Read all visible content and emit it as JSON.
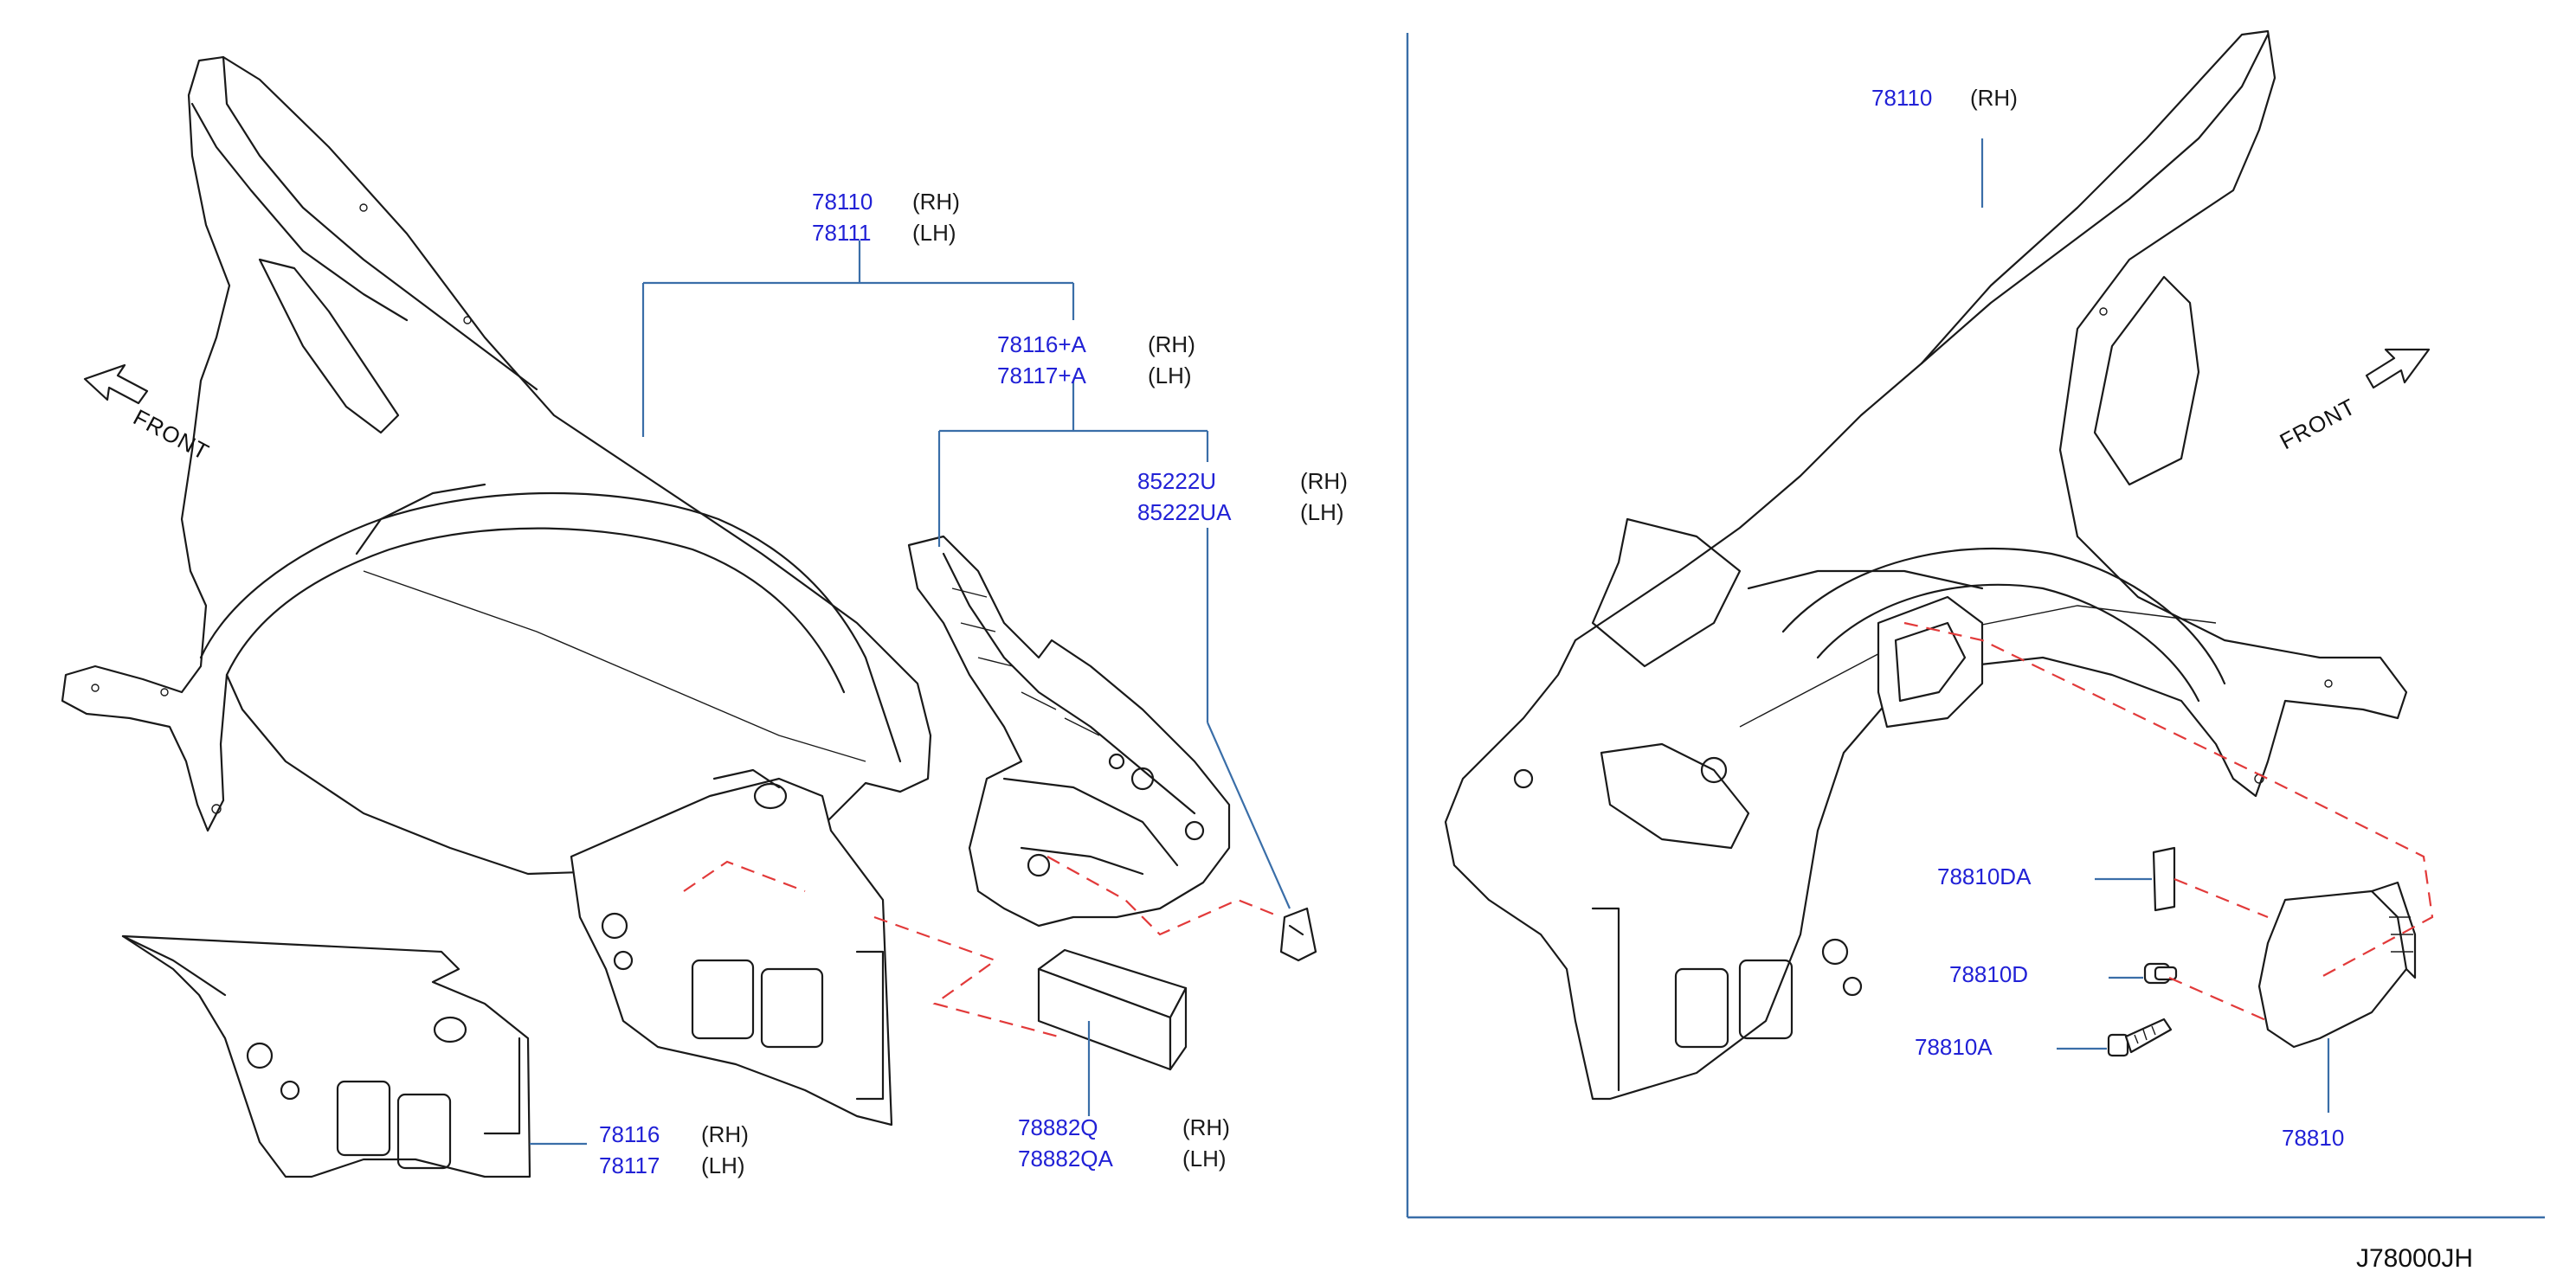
{
  "diagram_code": "J78000JH",
  "direction_label": "FRONT",
  "left_view": {
    "callouts": {
      "rear_fender": [
        {
          "part": "78110",
          "side": "(RH)"
        },
        {
          "part": "78111",
          "side": "(LH)"
        }
      ],
      "wheel_house": [
        {
          "part": "78116+A",
          "side": "(RH)"
        },
        {
          "part": "78117+A",
          "side": "(LH)"
        }
      ],
      "clip": [
        {
          "part": "85222U",
          "side": "(RH)"
        },
        {
          "part": "85222UA",
          "side": "(LH)"
        }
      ],
      "inner_panel": [
        {
          "part": "78116",
          "side": "(RH)"
        },
        {
          "part": "78117",
          "side": "(LH)"
        }
      ],
      "insulator": [
        {
          "part": "78882Q",
          "side": "(RH)"
        },
        {
          "part": "78882QA",
          "side": "(LH)"
        }
      ]
    }
  },
  "right_view": {
    "callouts": {
      "rear_fender": {
        "part": "78110",
        "side": "(RH)"
      },
      "filler_lid_pad": {
        "part": "78810DA"
      },
      "filler_lid_bumper": {
        "part": "78810D"
      },
      "filler_lid_screw": {
        "part": "78810A"
      },
      "filler_lid": {
        "part": "78810"
      }
    }
  },
  "colors": {
    "part_number": "#2121d6",
    "leader_line": "#3a6ea8",
    "dashed_guide": "#e23a3a",
    "outline": "#1a1a1a"
  }
}
